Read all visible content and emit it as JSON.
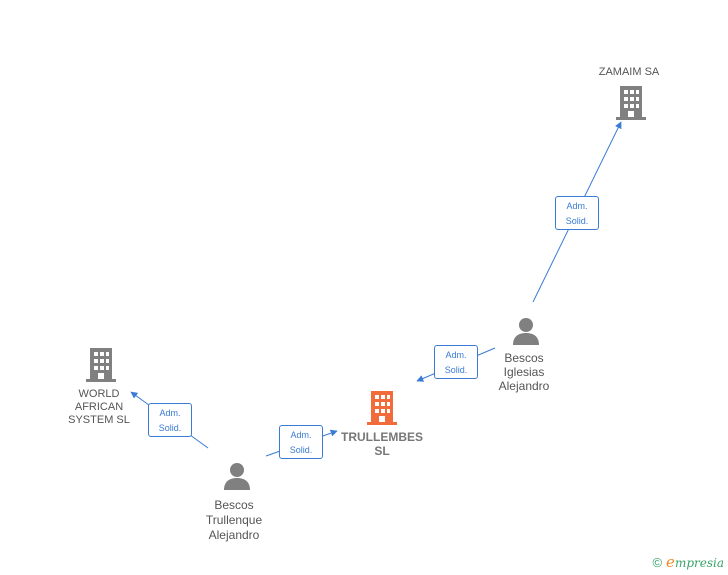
{
  "nodes": {
    "zamaim": {
      "label": "ZAMAIM SA"
    },
    "world_african": {
      "label_lines": [
        "WORLD",
        "AFRICAN",
        "SYSTEM SL"
      ]
    },
    "trullembes": {
      "label_lines": [
        "TRULLEMBES",
        "SL"
      ]
    },
    "bescos_iglesias": {
      "label_lines": [
        "Bescos",
        "Iglesias",
        "Alejandro"
      ]
    },
    "bescos_trullenque": {
      "label_lines": [
        "Bescos",
        "Trullenque",
        "Alejandro"
      ]
    }
  },
  "edges": [
    {
      "line1": "Adm.",
      "line2": "Solid."
    },
    {
      "line1": "Adm.",
      "line2": "Solid."
    },
    {
      "line1": "Adm.",
      "line2": "Solid."
    },
    {
      "line1": "Adm.",
      "line2": "Solid."
    }
  ],
  "footer": {
    "copyright": "©",
    "brand_first": "e",
    "brand_rest": "mpresia"
  },
  "colors": {
    "edge": "#3a7bd5",
    "company": "#808080",
    "focus_company": "#f26b3a",
    "person": "#808080"
  }
}
